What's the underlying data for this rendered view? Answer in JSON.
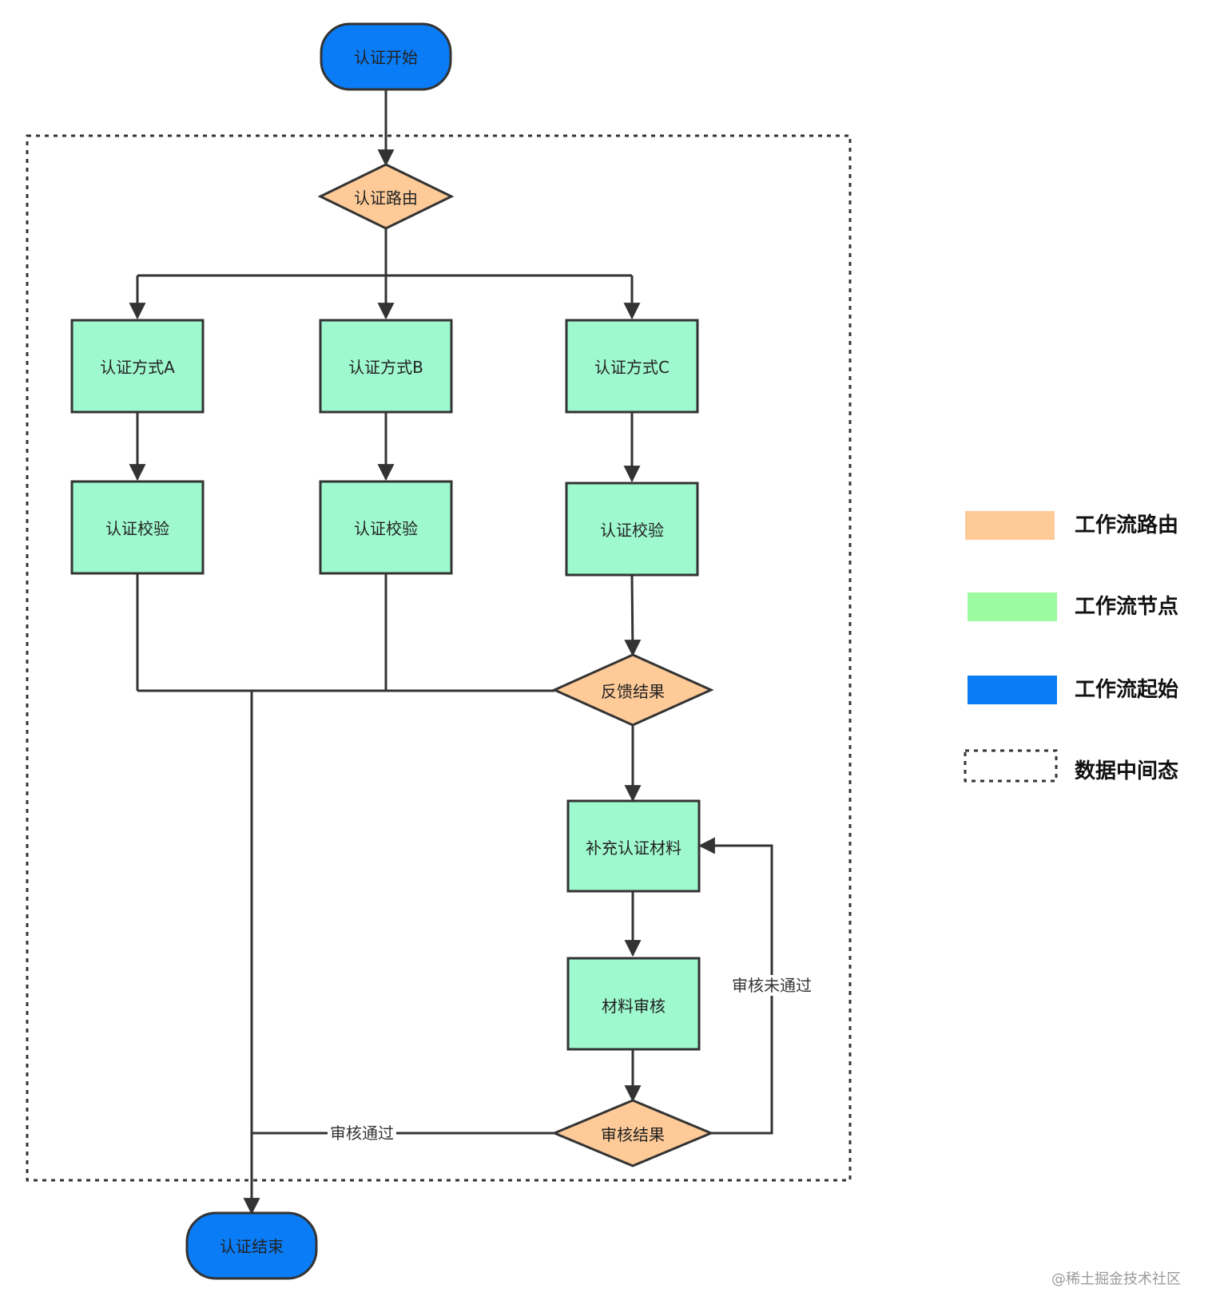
{
  "nodes": {
    "start": {
      "label": "认证开始",
      "kind": "terminal"
    },
    "route": {
      "label": "认证路由",
      "kind": "decision"
    },
    "method_a": {
      "label": "认证方式A",
      "kind": "process"
    },
    "method_b": {
      "label": "认证方式B",
      "kind": "process"
    },
    "method_c": {
      "label": "认证方式C",
      "kind": "process"
    },
    "verify_a": {
      "label": "认证校验",
      "kind": "process"
    },
    "verify_b": {
      "label": "认证校验",
      "kind": "process"
    },
    "verify_c": {
      "label": "认证校验",
      "kind": "process"
    },
    "feedback": {
      "label": "反馈结果",
      "kind": "decision"
    },
    "supplement": {
      "label": "补充认证材料",
      "kind": "process"
    },
    "review": {
      "label": "材料审核",
      "kind": "process"
    },
    "review_result": {
      "label": "审核结果",
      "kind": "decision"
    },
    "end": {
      "label": "认证结束",
      "kind": "terminal"
    }
  },
  "edges": [
    {
      "from": "start",
      "to": "route"
    },
    {
      "from": "route",
      "to": "method_a"
    },
    {
      "from": "route",
      "to": "method_b"
    },
    {
      "from": "route",
      "to": "method_c"
    },
    {
      "from": "method_a",
      "to": "verify_a"
    },
    {
      "from": "method_b",
      "to": "verify_b"
    },
    {
      "from": "method_c",
      "to": "verify_c"
    },
    {
      "from": "verify_c",
      "to": "feedback"
    },
    {
      "from": "verify_a",
      "to": "end"
    },
    {
      "from": "verify_b",
      "to": "end"
    },
    {
      "from": "feedback",
      "to": "end"
    },
    {
      "from": "feedback",
      "to": "supplement"
    },
    {
      "from": "supplement",
      "to": "review"
    },
    {
      "from": "review",
      "to": "review_result"
    },
    {
      "from": "review_result",
      "to": "end",
      "label": "审核通过"
    },
    {
      "from": "review_result",
      "to": "supplement",
      "label": "审核未通过"
    }
  ],
  "edge_labels": {
    "approved": "审核通过",
    "rejected": "审核未通过"
  },
  "legend": [
    {
      "label": "工作流路由",
      "swatch": "route"
    },
    {
      "label": "工作流节点",
      "swatch": "node"
    },
    {
      "label": "工作流起始",
      "swatch": "start"
    },
    {
      "label": "数据中间态",
      "swatch": "dashed"
    }
  ],
  "colors": {
    "terminal": "#0a7cf5",
    "decision": "#fdca98",
    "process": "#9ff9cf",
    "legend_node": "#9cfb9f",
    "stroke": "#333333",
    "dashed_border": "#333333"
  },
  "watermark": "@稀土掘金技术社区"
}
